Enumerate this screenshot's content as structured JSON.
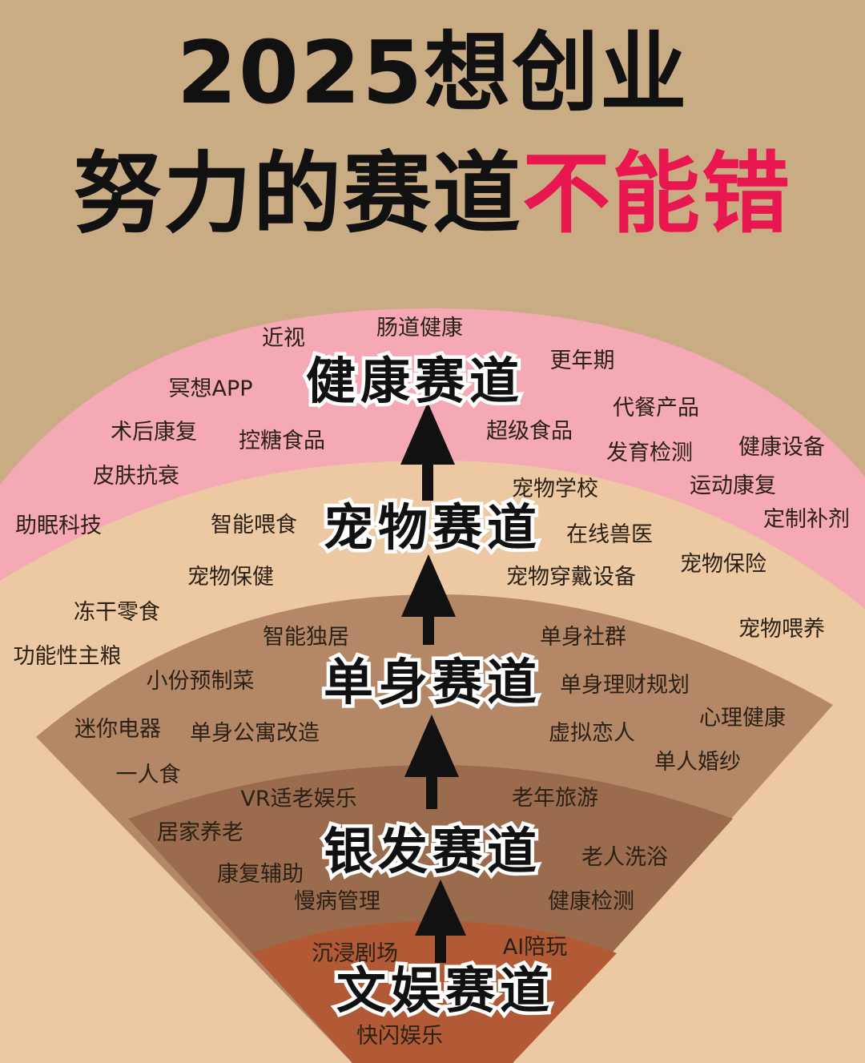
{
  "title": {
    "line1": "2025想创业",
    "line2_prefix": "努力的赛道",
    "line2_highlight": "不能错"
  },
  "colors": {
    "background": "#c9ab84",
    "highlight": "#e8174f",
    "health_band": "#f4a9b4",
    "pet_band": "#ecc9a3",
    "single_band": "#b48866",
    "silver_band": "#9a6c4d",
    "entertainment_band": "#b25a35"
  },
  "tracks": [
    {
      "key": "health",
      "name": "健康赛道",
      "items": [
        "近视",
        "肠道健康",
        "更年期",
        "冥想APP",
        "代餐产品",
        "术后康复",
        "控糖食品",
        "超级食品",
        "发育检测",
        "健康设备",
        "皮肤抗衰",
        "运动康复",
        "助眠科技",
        "定制补剂"
      ]
    },
    {
      "key": "pet",
      "name": "宠物赛道",
      "items": [
        "宠物学校",
        "智能喂食",
        "在线兽医",
        "宠物保健",
        "宠物穿戴设备",
        "宠物保险",
        "冻干零食",
        "功能性主粮",
        "宠物喂养"
      ]
    },
    {
      "key": "single",
      "name": "单身赛道",
      "items": [
        "智能独居",
        "单身社群",
        "小份预制菜",
        "单身理财规划",
        "迷你电器",
        "单身公寓改造",
        "虚拟恋人",
        "心理健康",
        "一人食",
        "单人婚纱"
      ]
    },
    {
      "key": "silver",
      "name": "银发赛道",
      "items": [
        "VR适老娱乐",
        "老年旅游",
        "居家养老",
        "老人洗浴",
        "康复辅助",
        "慢病管理",
        "健康检测"
      ]
    },
    {
      "key": "entertainment",
      "name": "文娱赛道",
      "items": [
        "沉浸剧场",
        "AI陪玩",
        "快闪娱乐"
      ]
    }
  ]
}
